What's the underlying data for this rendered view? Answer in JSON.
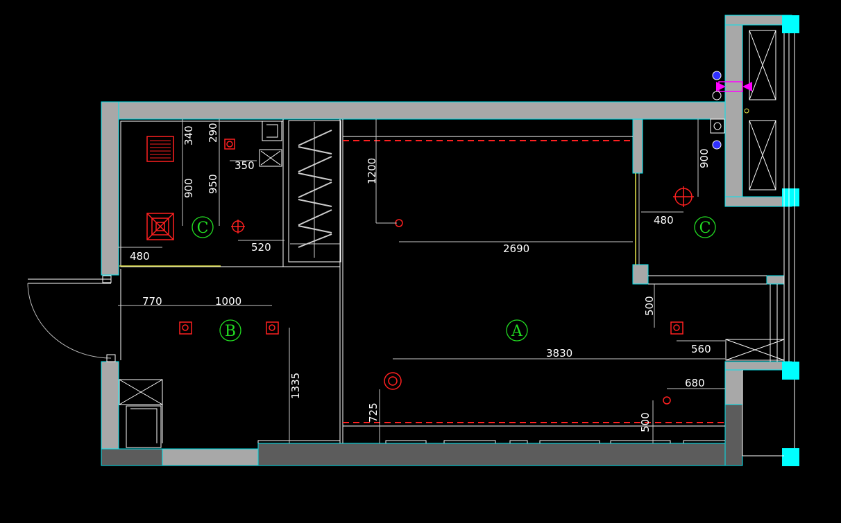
{
  "dimensions": {
    "d340": "340",
    "d290": "290",
    "d350": "350",
    "d900a": "900",
    "d950": "950",
    "d480a": "480",
    "d520": "520",
    "d1200": "1200",
    "d2690": "2690",
    "d480b": "480",
    "d900b": "900",
    "d770": "770",
    "d1000": "1000",
    "d1335": "1335",
    "d500a": "500",
    "d560": "560",
    "d3830": "3830",
    "d680": "680",
    "d725": "725",
    "d500b": "500"
  },
  "zones": {
    "a": "A",
    "b": "B",
    "c1": "C",
    "c2": "C"
  },
  "colors": {
    "wall_fill": "#a8a8a8",
    "wall_edge": "#00e5ee",
    "fixture_red": "#ff2020",
    "zone_green": "#22dd22",
    "arrow_magenta": "#ff00ff",
    "corner_cyan": "#00ffff"
  }
}
